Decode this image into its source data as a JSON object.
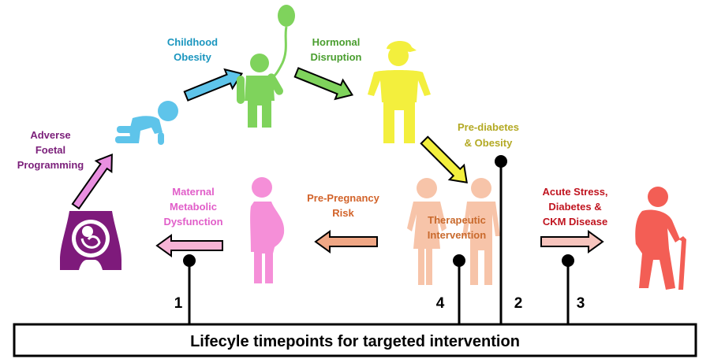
{
  "stages": {
    "adverse_foetal_programming": {
      "line1": "Adverse",
      "line2": "Foetal",
      "line3": "Programming",
      "color": "#7b1f7a"
    },
    "childhood_obesity": {
      "line1": "Childhood",
      "line2": "Obesity",
      "color": "#1b96bf"
    },
    "hormonal_disruption": {
      "line1": "Hormonal",
      "line2": "Disruption",
      "color": "#4a9e2f"
    },
    "prediabetes_obesity": {
      "line1": "Pre-diabetes",
      "line2": "& Obesity",
      "color": "#b3a923"
    },
    "acute_stress": {
      "line1": "Acute Stress,",
      "line2": "Diabetes &",
      "line3": "CKM Disease",
      "color": "#c0141f"
    },
    "therapeutic_intervention": {
      "line1": "Therapeutic",
      "line2": "Intervention",
      "color": "#c96a2d"
    },
    "pre_pregnancy_risk": {
      "line1": "Pre-Pregnancy",
      "line2": "Risk",
      "color": "#d2632a"
    },
    "maternal_metabolic": {
      "line1": "Maternal",
      "line2": "Metabolic",
      "line3": "Dysfunction",
      "color": "#e15ec9"
    }
  },
  "timepoints": {
    "t1": "1",
    "t2": "2",
    "t3": "3",
    "t4": "4"
  },
  "footer": {
    "title": "Lifecyle timepoints for targeted intervention"
  },
  "colors": {
    "baby": "#5ec4ea",
    "child": "#7fd35c",
    "balloon": "#7fd35c",
    "teen": "#f3ef3d",
    "adult": "#f7c4a9",
    "pregnant": "#f58fd8",
    "elderly": "#f35e55",
    "womb": "#7e1a7b"
  }
}
